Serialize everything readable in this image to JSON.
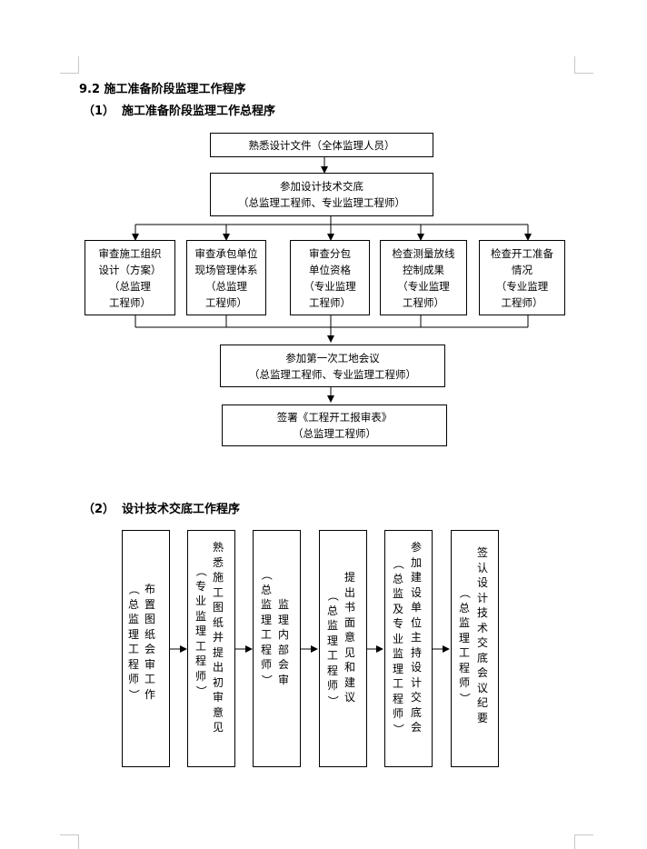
{
  "section1": {
    "title": "9.2 施工准备阶段监理工作程序",
    "subtitle_num": "（1）",
    "subtitle_text": "施工准备阶段监理工作总程序",
    "box1": "熟悉设计文件（全体监理人员）",
    "box2_line1": "参加设计技术交底",
    "box2_line2": "（总监理工程师、专业监理工程师）",
    "branches": [
      {
        "lines": [
          "审查施工组织",
          "设计（方案）",
          "（总监理",
          "工程师）"
        ]
      },
      {
        "lines": [
          "审查承包单位",
          "现场管理体系",
          "（总监理",
          "工程师）"
        ]
      },
      {
        "lines": [
          "审查分包",
          "单位资格",
          "（专业监理",
          "工程师）"
        ]
      },
      {
        "lines": [
          "检查测量放线",
          "控制成果",
          "（专业监理",
          "工程师）"
        ]
      },
      {
        "lines": [
          "检查开工准备",
          "情况",
          "（专业监理",
          "工程师）"
        ]
      }
    ],
    "box3_line1": "参加第一次工地会议",
    "box3_line2": "（总监理工程师、专业监理工程师）",
    "box4_line1": "签署《工程开工报审表》",
    "box4_line2": "（总监理工程师）"
  },
  "section2": {
    "subtitle_num": "（2）",
    "subtitle_text": "设计技术交底工作程序",
    "steps": [
      {
        "columns": [
          "布置图纸会审工作",
          "（总监理工程师）"
        ]
      },
      {
        "columns": [
          "熟悉施工图纸并提出初审意见",
          "（专业监理工程师）"
        ]
      },
      {
        "columns": [
          "监理内部会审",
          "（总监理工程师）"
        ]
      },
      {
        "columns": [
          "提出书面意见和建议",
          "（总监理工程师）"
        ]
      },
      {
        "columns": [
          "参加建设单位主持设计交底会",
          "（总监及专业监理工程师）"
        ]
      },
      {
        "columns": [
          "签认设计技术交底会议纪要",
          "（总监理工程师）"
        ]
      }
    ]
  }
}
